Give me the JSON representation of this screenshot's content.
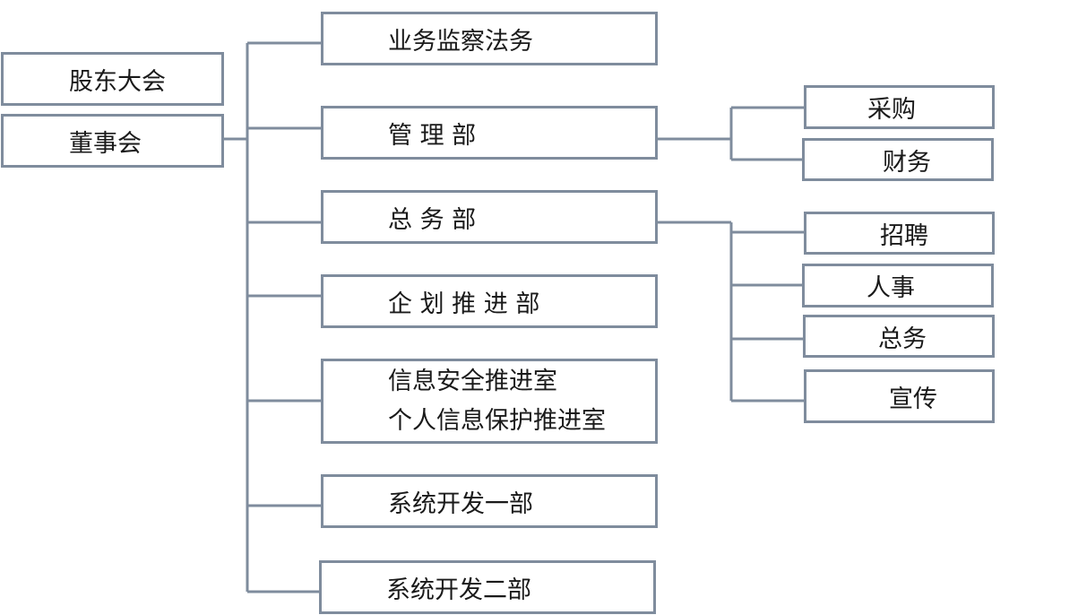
{
  "left": {
    "shareholders": "股东大会",
    "board": "董事会"
  },
  "departments": {
    "audit_legal": "业务监察法务",
    "management": "管 理 部",
    "general_affairs": "总 务 部",
    "planning": "企 划 推 进 部",
    "security_line1": "信息安全推进室",
    "security_line2": "个人信息保护推进室",
    "dev1": "系统开发一部",
    "dev2": "系统开发二部"
  },
  "management_subs": {
    "purchasing": "采购",
    "finance": "财务"
  },
  "general_affairs_subs": {
    "recruiting": "招聘",
    "hr": "人事",
    "general": "总务",
    "publicity": "宣传"
  },
  "colors": {
    "line": "#7f8c9d",
    "border": "#7f8c9d",
    "text": "#1a1a1a"
  }
}
